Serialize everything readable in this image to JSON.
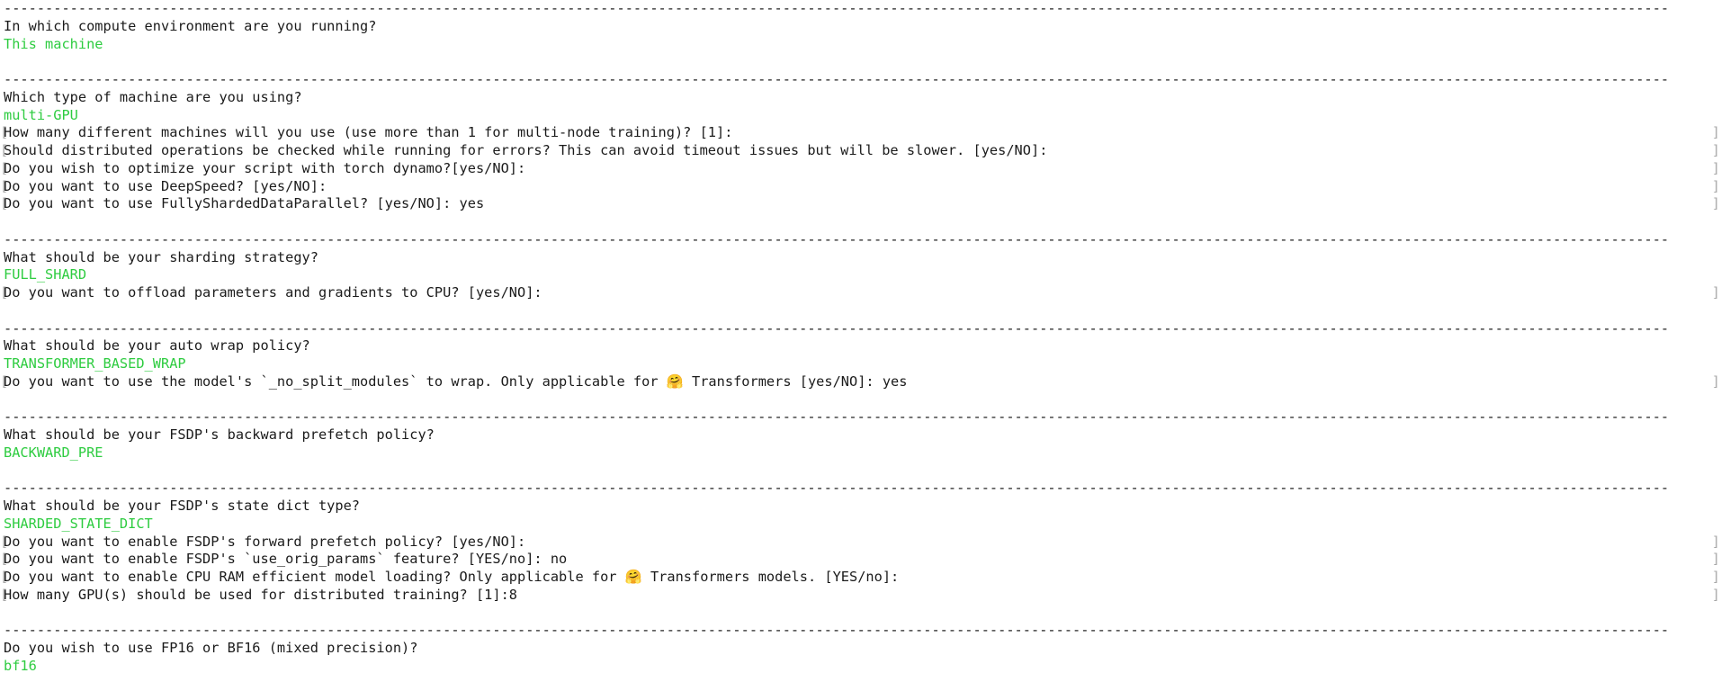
{
  "terminal": {
    "background_color": "#ffffff",
    "question_color": "#1b1b1b",
    "answer_color": "#2ecc40",
    "overflow_marker_color": "#a8a8a8",
    "overflow_marker_left": "[",
    "overflow_marker_right": "]",
    "separator_char": "-",
    "separator_text": "---------------------------------------------------------------------------------------------------------------------------------------------------------------------------------------------------------"
  },
  "lines": [
    {
      "kind": "rule",
      "text": ""
    },
    {
      "kind": "q",
      "text": "In which compute environment are you running?",
      "overflow": false
    },
    {
      "kind": "a",
      "text": "This machine",
      "overflow": false
    },
    {
      "kind": "blank",
      "text": ""
    },
    {
      "kind": "rule",
      "text": ""
    },
    {
      "kind": "q",
      "text": "Which type of machine are you using?",
      "overflow": false
    },
    {
      "kind": "a",
      "text": "multi-GPU",
      "overflow": false
    },
    {
      "kind": "q",
      "text": "How many different machines will you use (use more than 1 for multi-node training)? [1]:",
      "overflow": true
    },
    {
      "kind": "q",
      "text": "Should distributed operations be checked while running for errors? This can avoid timeout issues but will be slower. [yes/NO]:",
      "overflow": true
    },
    {
      "kind": "q",
      "text": "Do you wish to optimize your script with torch dynamo?[yes/NO]:",
      "overflow": true
    },
    {
      "kind": "q",
      "text": "Do you want to use DeepSpeed? [yes/NO]:",
      "overflow": true
    },
    {
      "kind": "q",
      "text": "Do you want to use FullyShardedDataParallel? [yes/NO]: yes",
      "overflow": true
    },
    {
      "kind": "blank",
      "text": ""
    },
    {
      "kind": "rule",
      "text": ""
    },
    {
      "kind": "q",
      "text": "What should be your sharding strategy?",
      "overflow": false
    },
    {
      "kind": "a",
      "text": "FULL_SHARD",
      "overflow": false
    },
    {
      "kind": "q",
      "text": "Do you want to offload parameters and gradients to CPU? [yes/NO]:",
      "overflow": true
    },
    {
      "kind": "blank",
      "text": ""
    },
    {
      "kind": "rule",
      "text": ""
    },
    {
      "kind": "q",
      "text": "What should be your auto wrap policy?",
      "overflow": false
    },
    {
      "kind": "a",
      "text": "TRANSFORMER_BASED_WRAP",
      "overflow": false
    },
    {
      "kind": "q",
      "text": "Do you want to use the model's `_no_split_modules` to wrap. Only applicable for 🤗 Transformers [yes/NO]: yes",
      "overflow": true
    },
    {
      "kind": "blank",
      "text": ""
    },
    {
      "kind": "rule",
      "text": ""
    },
    {
      "kind": "q",
      "text": "What should be your FSDP's backward prefetch policy?",
      "overflow": false
    },
    {
      "kind": "a",
      "text": "BACKWARD_PRE",
      "overflow": false
    },
    {
      "kind": "blank",
      "text": ""
    },
    {
      "kind": "rule",
      "text": ""
    },
    {
      "kind": "q",
      "text": "What should be your FSDP's state dict type?",
      "overflow": false
    },
    {
      "kind": "a",
      "text": "SHARDED_STATE_DICT",
      "overflow": false
    },
    {
      "kind": "q",
      "text": "Do you want to enable FSDP's forward prefetch policy? [yes/NO]:",
      "overflow": true
    },
    {
      "kind": "q",
      "text": "Do you want to enable FSDP's `use_orig_params` feature? [YES/no]: no",
      "overflow": true
    },
    {
      "kind": "q",
      "text": "Do you want to enable CPU RAM efficient model loading? Only applicable for 🤗 Transformers models. [YES/no]:",
      "overflow": true
    },
    {
      "kind": "q",
      "text": "How many GPU(s) should be used for distributed training? [1]:8",
      "overflow": true
    },
    {
      "kind": "blank",
      "text": ""
    },
    {
      "kind": "rule",
      "text": ""
    },
    {
      "kind": "q",
      "text": "Do you wish to use FP16 or BF16 (mixed precision)?",
      "overflow": false
    },
    {
      "kind": "a",
      "text": "bf16",
      "overflow": false
    }
  ]
}
